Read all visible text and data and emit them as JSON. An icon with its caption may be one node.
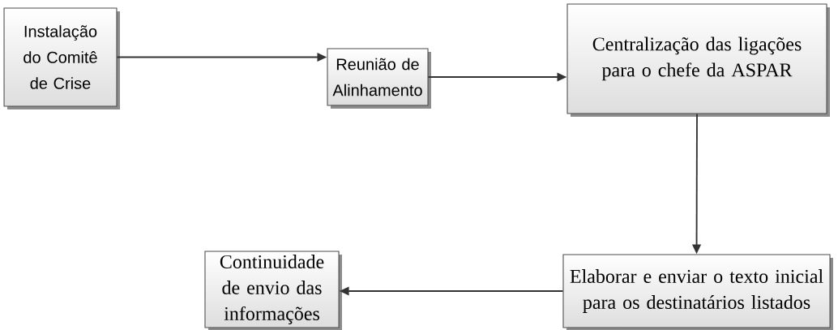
{
  "diagram": {
    "nodes": [
      {
        "text": [
          "Instalação do Comitê de Crise"
        ]
      },
      {
        "text": [
          "Reunião de Alinhamento"
        ]
      },
      {
        "text": [
          "Centralização das ligações para o chefe da ASPAR"
        ]
      },
      {
        "text": [
          "Elaborar e enviar o texto inicial para os destinatários listados"
        ]
      },
      {
        "text": [
          "Continuidade de envio das informações"
        ]
      }
    ],
    "edges": [
      {
        "from": 0,
        "to": 1,
        "arrow": "to"
      },
      {
        "from": 1,
        "to": 2,
        "arrow": "to"
      },
      {
        "from": 2,
        "to": 3,
        "arrow": "to"
      },
      {
        "from": 3,
        "to": 4,
        "arrow": "to"
      }
    ]
  }
}
